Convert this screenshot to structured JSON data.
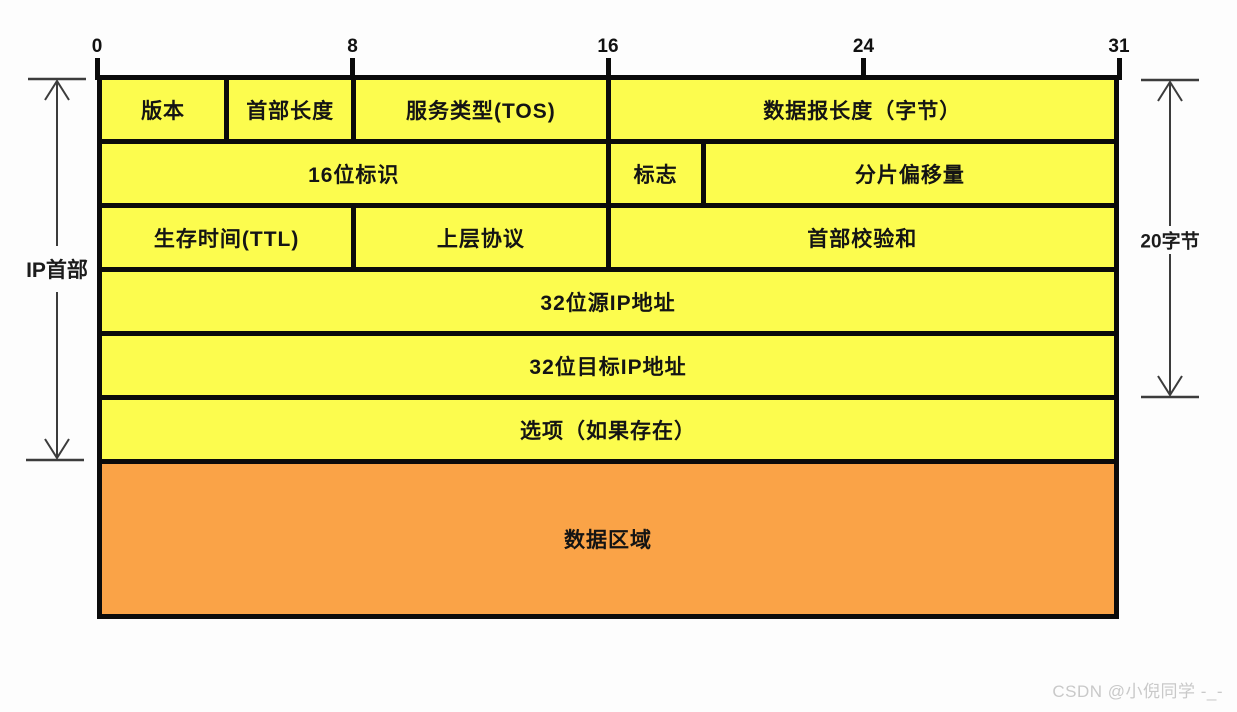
{
  "diagram": {
    "axis": {
      "ticks": [
        {
          "label": "0"
        },
        {
          "label": "8"
        },
        {
          "label": "16"
        },
        {
          "label": "24"
        },
        {
          "label": "31"
        }
      ]
    },
    "rows": [
      {
        "cells": [
          {
            "label": "版本",
            "bits": 4
          },
          {
            "label": "首部长度",
            "bits": 4
          },
          {
            "label": "服务类型(TOS)",
            "bits": 8
          },
          {
            "label": "数据报长度（字节）",
            "bits": 16
          }
        ]
      },
      {
        "cells": [
          {
            "label": "16位标识",
            "bits": 16
          },
          {
            "label": "标志",
            "bits": 3
          },
          {
            "label": "分片偏移量",
            "bits": 13
          }
        ]
      },
      {
        "cells": [
          {
            "label": "生存时间(TTL)",
            "bits": 8
          },
          {
            "label": "上层协议",
            "bits": 8
          },
          {
            "label": "首部校验和",
            "bits": 16
          }
        ]
      },
      {
        "cells": [
          {
            "label": "32位源IP地址",
            "bits": 32
          }
        ]
      },
      {
        "cells": [
          {
            "label": "32位目标IP地址",
            "bits": 32
          }
        ]
      },
      {
        "cells": [
          {
            "label": "选项（如果存在）",
            "bits": 32
          }
        ]
      }
    ],
    "data_row": {
      "label": "数据区域"
    },
    "annotations": {
      "left": "IP首部",
      "right": "20字节"
    },
    "colors": {
      "field_fill": "#FCFC4E",
      "data_fill": "#FAA347",
      "border": "#0B0B0B",
      "arrow": "#3C3C3C"
    }
  },
  "watermark": {
    "text": "CSDN @小倪同学 -_-"
  }
}
